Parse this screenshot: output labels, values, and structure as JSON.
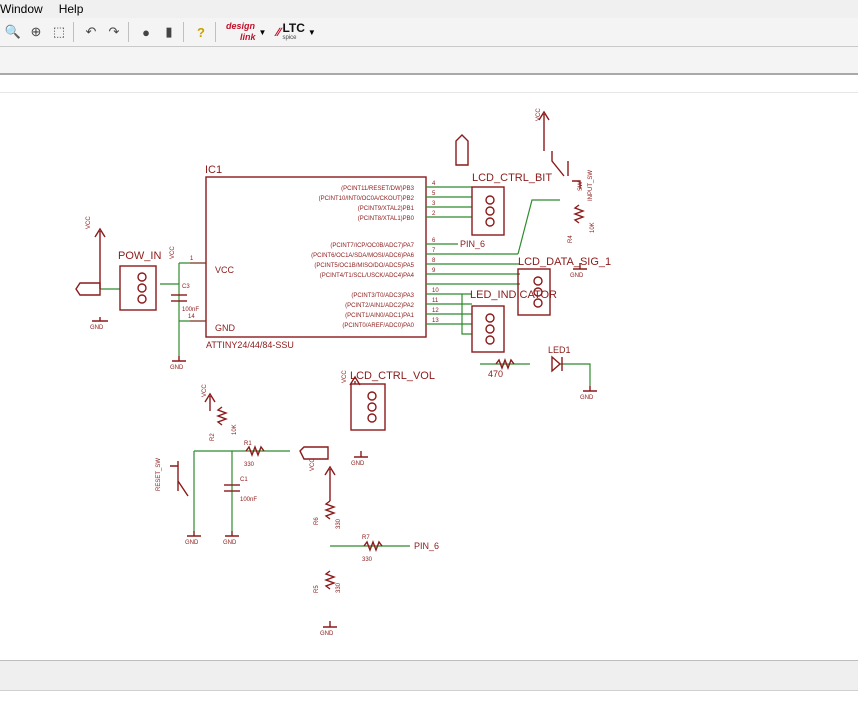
{
  "menu": {
    "items": [
      "Window",
      "Help"
    ]
  },
  "toolbar": {
    "icons": [
      "zoom-fit-icon",
      "zoom-in-icon",
      "zoom-select-icon",
      "undo-icon",
      "redo-icon",
      "stop-icon",
      "script-icon",
      "help-icon"
    ],
    "designlink_top": "design",
    "designlink_bottom": "link",
    "ltc_title": "LTC",
    "ltc_sub": "spice"
  },
  "schematic": {
    "ic": {
      "name": "IC1",
      "part": "ATTINY24/44/84-SSU",
      "vcc": "VCC",
      "gnd": "GND",
      "pins_left": [
        "1",
        "14"
      ],
      "pin_labels": [
        "(PCINT11/RESET/DW)PB3",
        "(PCINT10/INT0/OC0A/CKOUT)PB2",
        "(PCINT9/XTAL2)PB1",
        "(PCINT8/XTAL1)PB0",
        "(PCINT7/ICP/OC0B/ADC7)PA7",
        "(PCINT6/OC1A/SDA/MOSI/ADC6)PA6",
        "(PCINT5/OC1B/MISO/DO/ADC5)PA5",
        "(PCINT4/T1/SCL/USCK/ADC4)PA4",
        "(PCINT3/T0/ADC3)PA3",
        "(PCINT2/AIN1/ADC2)PA2",
        "(PCINT1/AIN0/ADC1)PA1",
        "(PCINT0/AREF/ADC0)PA0"
      ],
      "pin_numbers": [
        "4",
        "5",
        "3",
        "2",
        "6",
        "7",
        "8",
        "9",
        "10",
        "11",
        "12",
        "13"
      ]
    },
    "labels": {
      "lcd_ctrl_bit": "LCD_CTRL_BIT",
      "input_sw": "INPUT_SW",
      "sw": "SW",
      "r4": "R4",
      "r4_val": "10K",
      "lcd_data_sig": "LCD_DATA_SIG_1",
      "indicator": "LED_INDICATOR",
      "pin_6_a": "PIN_6",
      "pin_6_b": "PIN_6",
      "led1": "LED1",
      "r_led": "470",
      "pow_in": "POW_IN",
      "c3": "C3",
      "c3_val": "100nF",
      "lcd_ctrl_vol": "LCD_CTRL_VOL",
      "reset_sw": "RESET_SW",
      "r2": "R2",
      "r2_val": "10K",
      "r1": "R1",
      "r1_val": "330",
      "c1": "C1",
      "c1_val": "100nF",
      "r6": "R6",
      "r6_val": "330",
      "r7": "R7",
      "r7_val": "330",
      "r5": "R5",
      "r5_val": "330",
      "vcc": "VCC",
      "gnd": "GND"
    }
  }
}
